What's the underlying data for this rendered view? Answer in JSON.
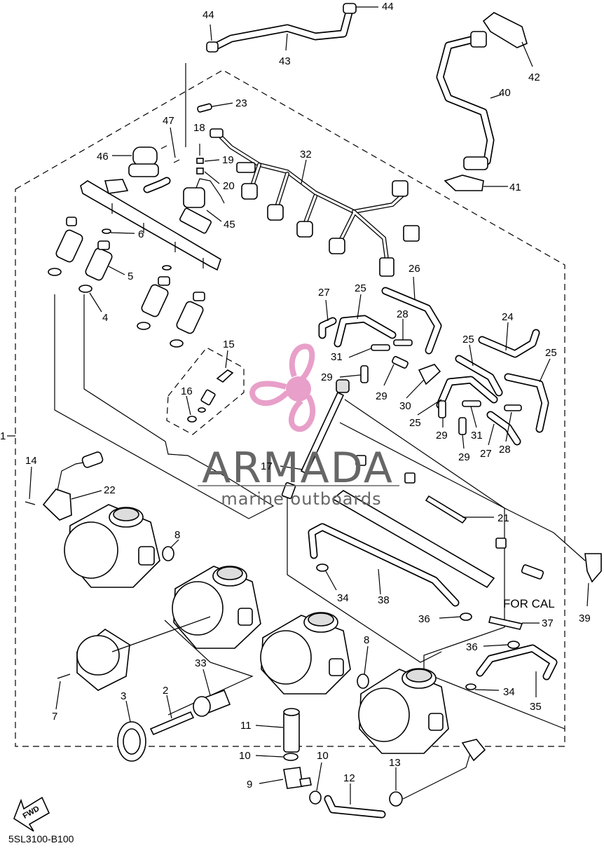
{
  "diagram_code": "5SL3100-B100",
  "fwd_label": "FWD",
  "for_cal_label": "FOR CAL",
  "watermark": {
    "title": "ARMADA",
    "subtitle": "marine outboards",
    "logo_color": "#e48fc0",
    "text_color": "#666666"
  },
  "callouts": [
    "1",
    "2",
    "3",
    "4",
    "5",
    "6",
    "7",
    "8",
    "8",
    "9",
    "10",
    "10",
    "11",
    "12",
    "13",
    "14",
    "15",
    "16",
    "17",
    "18",
    "19",
    "20",
    "21",
    "22",
    "23",
    "24",
    "25",
    "25",
    "25",
    "25",
    "26",
    "27",
    "27",
    "28",
    "28",
    "29",
    "29",
    "29",
    "29",
    "30",
    "31",
    "31",
    "32",
    "33",
    "34",
    "34",
    "35",
    "36",
    "36",
    "37",
    "38",
    "39",
    "40",
    "41",
    "42",
    "43",
    "44",
    "44",
    "45",
    "46",
    "47"
  ]
}
